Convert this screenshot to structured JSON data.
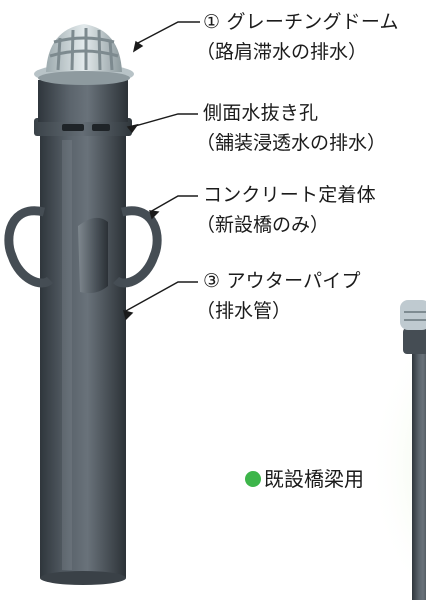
{
  "callouts": [
    {
      "id": "dome",
      "number": "①",
      "title": "グレーチングドーム",
      "subtitle": "（路肩滞水の排水）"
    },
    {
      "id": "side-hole",
      "number": "",
      "title": "側面水抜き孔",
      "subtitle": "（舗装浸透水の排水）"
    },
    {
      "id": "anchor",
      "number": "",
      "title": "コンクリート定着体",
      "subtitle": "（新設橋のみ）"
    },
    {
      "id": "outer-pipe",
      "number": "③",
      "title": "アウターパイプ",
      "subtitle": "（排水管）"
    }
  ],
  "badge": {
    "text": "既設橋梁用",
    "color": "#3db54a"
  },
  "colors": {
    "pipe": "#4c545c",
    "pipe_dark": "#2e3439",
    "dome": "#c9d3d6",
    "glow": "#cfe9b6"
  }
}
